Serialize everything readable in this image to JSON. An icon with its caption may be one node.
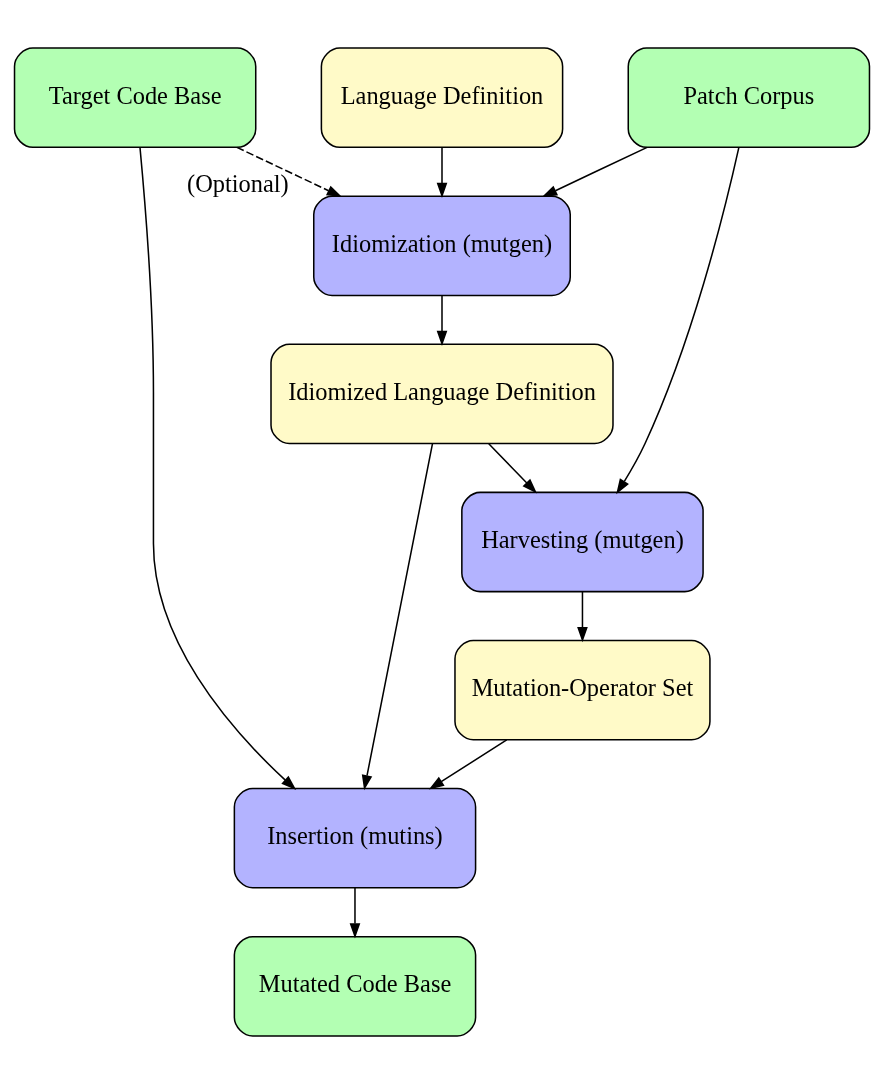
{
  "diagram": {
    "nodes": [
      {
        "text": [
          "Language Definition"
        ]
      },
      {
        "text": [
          "Idiomization (mutgen)"
        ]
      },
      {
        "text": [
          "Idiomized Language Definition"
        ]
      },
      {
        "text": [
          "Patch Corpus"
        ]
      },
      {
        "text": [
          "Target Code Base"
        ]
      },
      {
        "text": [
          "Harvesting (mutgen)"
        ]
      },
      {
        "text": [
          "Mutation-Operator Set"
        ]
      },
      {
        "text": [
          "Insertion (mutins)"
        ]
      },
      {
        "text": [
          "Mutated Code Base"
        ]
      }
    ],
    "edges": [
      {
        "from": 0,
        "to": 1,
        "arrow": "to"
      },
      {
        "from": 4,
        "to": 1,
        "arrow": "to",
        "style": "dashed",
        "label": "(Optional)"
      },
      {
        "from": 3,
        "to": 1,
        "arrow": "to"
      },
      {
        "from": 1,
        "to": 2,
        "arrow": "to"
      },
      {
        "from": 2,
        "to": 5,
        "arrow": "to"
      },
      {
        "from": 3,
        "to": 5,
        "arrow": "to"
      },
      {
        "from": 5,
        "to": 6,
        "arrow": "to"
      },
      {
        "from": 2,
        "to": 7,
        "arrow": "to"
      },
      {
        "from": 6,
        "to": 7,
        "arrow": "to"
      },
      {
        "from": 4,
        "to": 7,
        "arrow": "to"
      },
      {
        "from": 7,
        "to": 8,
        "arrow": "to"
      }
    ]
  }
}
